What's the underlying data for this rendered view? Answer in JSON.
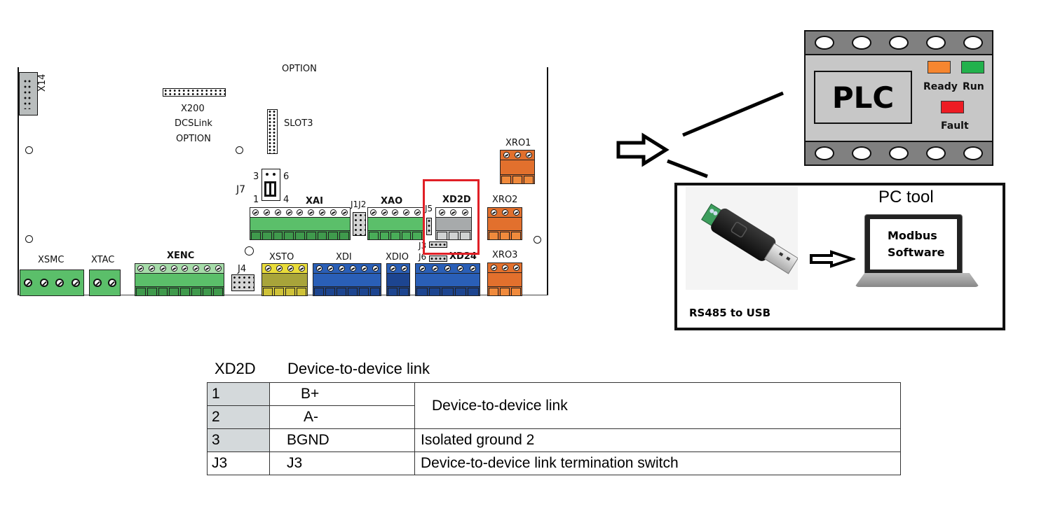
{
  "board": {
    "labels": {
      "x14": "X14",
      "x200": "X200",
      "dcslink": "DCSLink",
      "option_x200": "OPTION",
      "option_top": "OPTION",
      "slot3": "SLOT3",
      "j7": "J7",
      "j7_pin1": "1",
      "j7_pin3": "3",
      "j7_pin4": "4",
      "j7_pin6": "6",
      "xai": "XAI",
      "j1j2": "J1J2",
      "xao": "XAO",
      "j5": "J5",
      "xd2d": "XD2D",
      "xro1": "XRO1",
      "xro2": "XRO2",
      "xro3": "XRO3",
      "j3": "J3",
      "j6": "J6",
      "xd24": "XD24",
      "xsmc": "XSMC",
      "xtac": "XTAC",
      "xenc": "XENC",
      "j4": "J4",
      "xsto": "XSTO",
      "xdi": "XDI",
      "xdio": "XDIO"
    },
    "highlight": "XD2D",
    "colors": {
      "green": "#5bbf6a",
      "green_dark": "#3f9a4c",
      "orange": "#e2702d",
      "yellow": "#e9dc3a",
      "olive": "#a8a43a",
      "blue": "#2a5fb7",
      "blue_dark": "#1d4590",
      "gray": "#a7aaab",
      "highlight_red": "#e01f26"
    }
  },
  "plc": {
    "title": "PLC",
    "leds": [
      {
        "label": "Ready",
        "color": "#f6862f"
      },
      {
        "label": "Run",
        "color": "#22b14c"
      },
      {
        "label": "Fault",
        "color": "#ed1c24"
      }
    ]
  },
  "pc_tool": {
    "title": "PC tool",
    "adapter_label": "RS485 to USB",
    "screen_line1": "Modbus",
    "screen_line2": "Software"
  },
  "table": {
    "connector": "XD2D",
    "title": "Device-to-device link",
    "rows": [
      {
        "pin": "1",
        "signal": "B+",
        "description": "Device-to-device link"
      },
      {
        "pin": "2",
        "signal": "A-",
        "description": ""
      },
      {
        "pin": "3",
        "signal": "BGND",
        "description": "Isolated ground 2"
      },
      {
        "pin": "J3",
        "signal": "J3",
        "description": "Device-to-device link termination switch"
      }
    ]
  }
}
